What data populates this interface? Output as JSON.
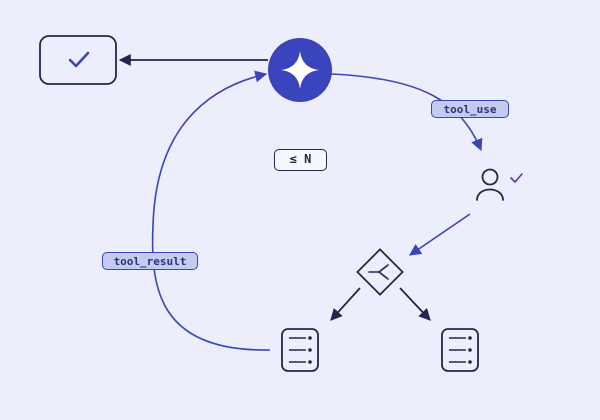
{
  "labels": {
    "tool_use": "tool_use",
    "tool_result": "tool_result",
    "iteration_limit": "≤ N"
  },
  "icons": {
    "model": "sparkle-icon",
    "done": "check-icon",
    "user": "person-icon",
    "user_approval": "check-icon",
    "branch": "merge-fork-icon",
    "tool_left": "list-icon",
    "tool_right": "list-icon"
  },
  "colors": {
    "background": "#eceefb",
    "accent": "#3a44bd",
    "ink": "#23264a",
    "pill_fill": "#c5cbef"
  }
}
